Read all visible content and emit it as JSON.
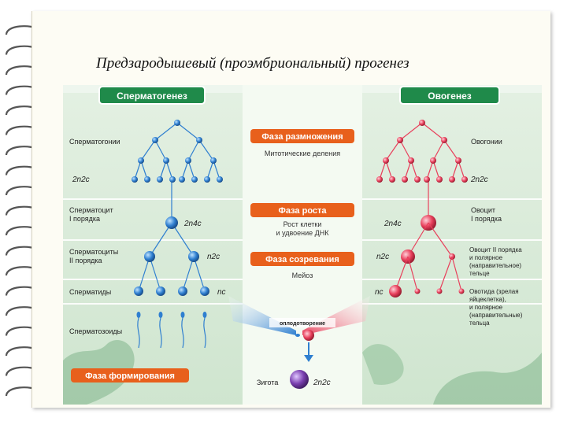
{
  "title": "Предзародышевый (проэмбриональный) прогенез",
  "left_header": "Сперматогенез",
  "right_header": "Овогенез",
  "phases": {
    "reproduction": {
      "name": "Фаза размножения",
      "desc": "Митотические деления"
    },
    "growth": {
      "name": "Фаза роста",
      "desc1": "Рост клетки",
      "desc2": "и удвоение ДНК"
    },
    "maturation": {
      "name": "Фаза созревания",
      "desc": "Мейоз"
    },
    "formation": {
      "name": "Фаза формирования"
    }
  },
  "left_labels": {
    "spermatogonia": "Сперматогонии",
    "spermatocyte1_a": "Сперматоцит",
    "spermatocyte1_b": "I порядка",
    "spermatocytes2_a": "Сперматоциты",
    "spermatocytes2_b": "II порядка",
    "spermatids": "Сперматиды",
    "spermatozoa": "Сперматозоиды"
  },
  "right_labels": {
    "oogonia": "Овогонии",
    "oocyte1_a": "Овоцит",
    "oocyte1_b": "I порядка",
    "oocyte2_a": "Овоцит II порядка",
    "oocyte2_b": "и полярное",
    "oocyte2_c": "(направительное)",
    "oocyte2_d": "тельце",
    "ootid_a": "Овотида (зрелая",
    "ootid_b": "яйцеклетка),",
    "ootid_c": "и полярное",
    "ootid_d": "(направительные)",
    "ootid_e": "тельца"
  },
  "ploidy": {
    "gonia": "2n2c",
    "cyte1": "2n4c",
    "cyte2": "n2c",
    "tid": "nc",
    "zygote": "2n2c"
  },
  "fertilization": "оплодотворение",
  "zygote": "Зигота",
  "colors": {
    "male_cell": "#2f7fd0",
    "female_cell": "#e8405c",
    "phase_box": "#e8601c",
    "header_green": "#1f8a4a",
    "zygote": "#7a3fb0"
  }
}
